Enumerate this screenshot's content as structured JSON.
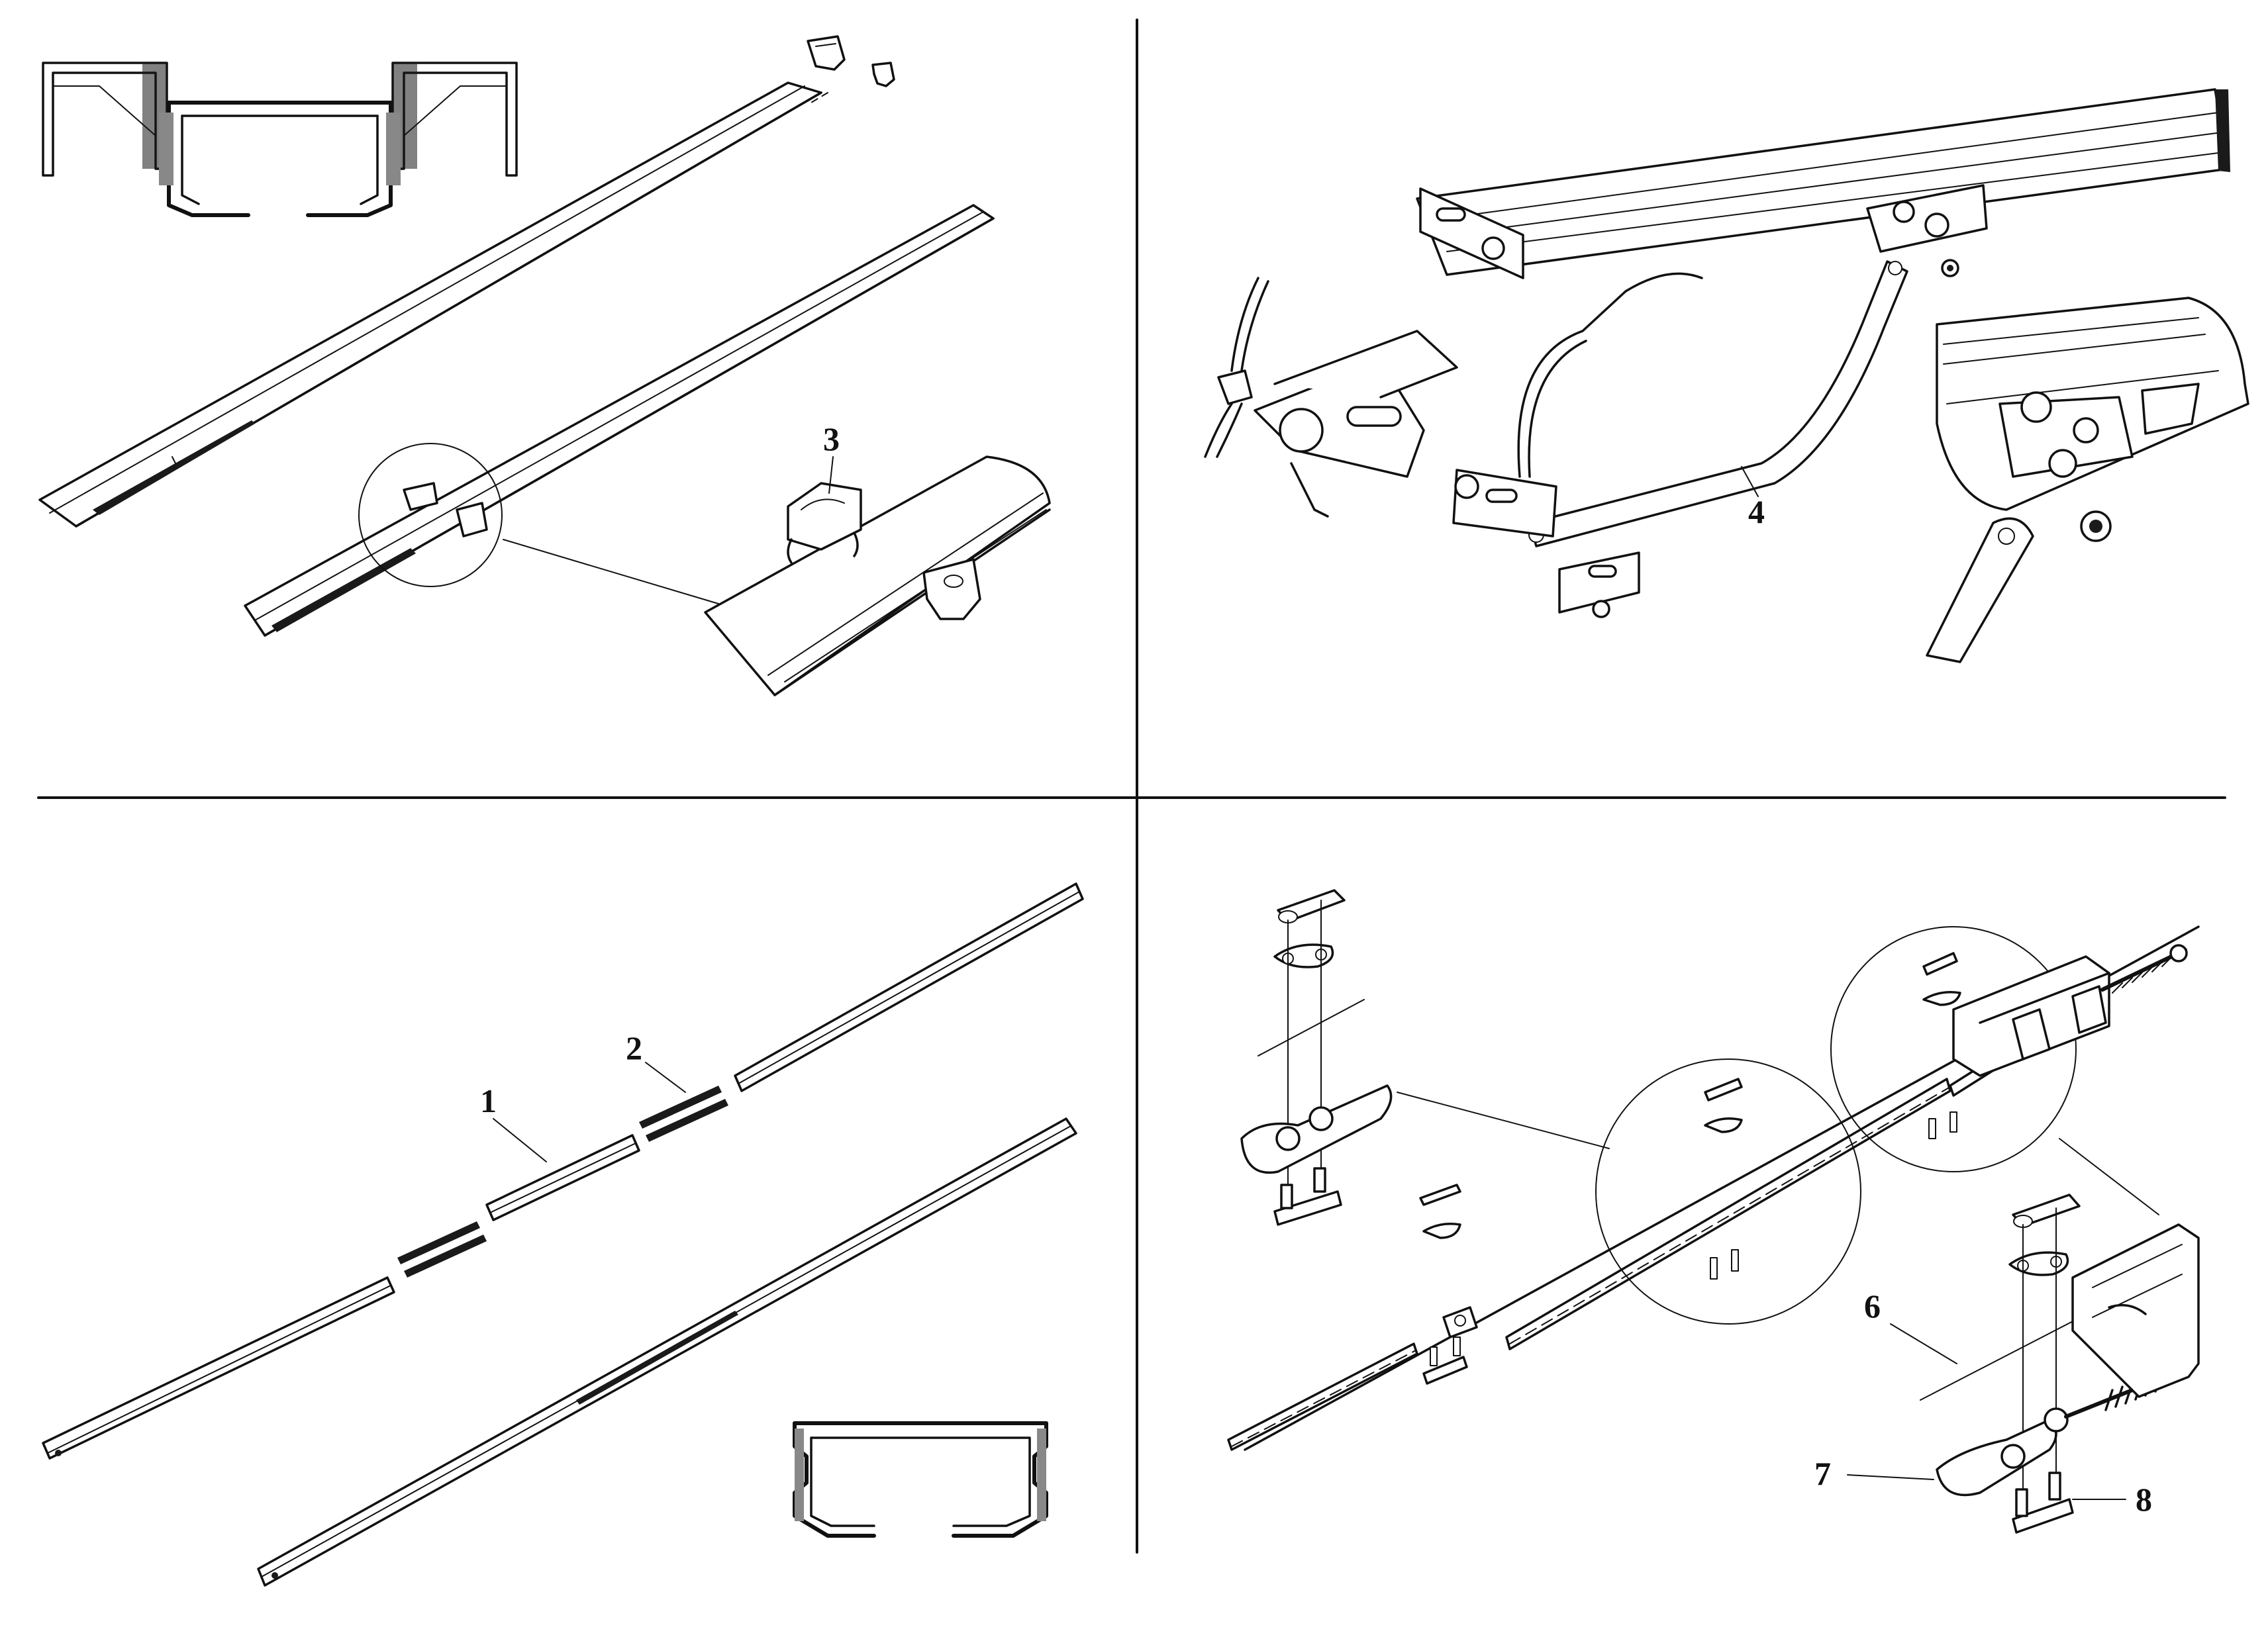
{
  "callouts": {
    "one": "1",
    "two": "2",
    "three": "3",
    "four": "4",
    "six": "6",
    "seven": "7",
    "eight": "8"
  },
  "colors": {
    "ink": "#111111",
    "paper": "#ffffff"
  }
}
